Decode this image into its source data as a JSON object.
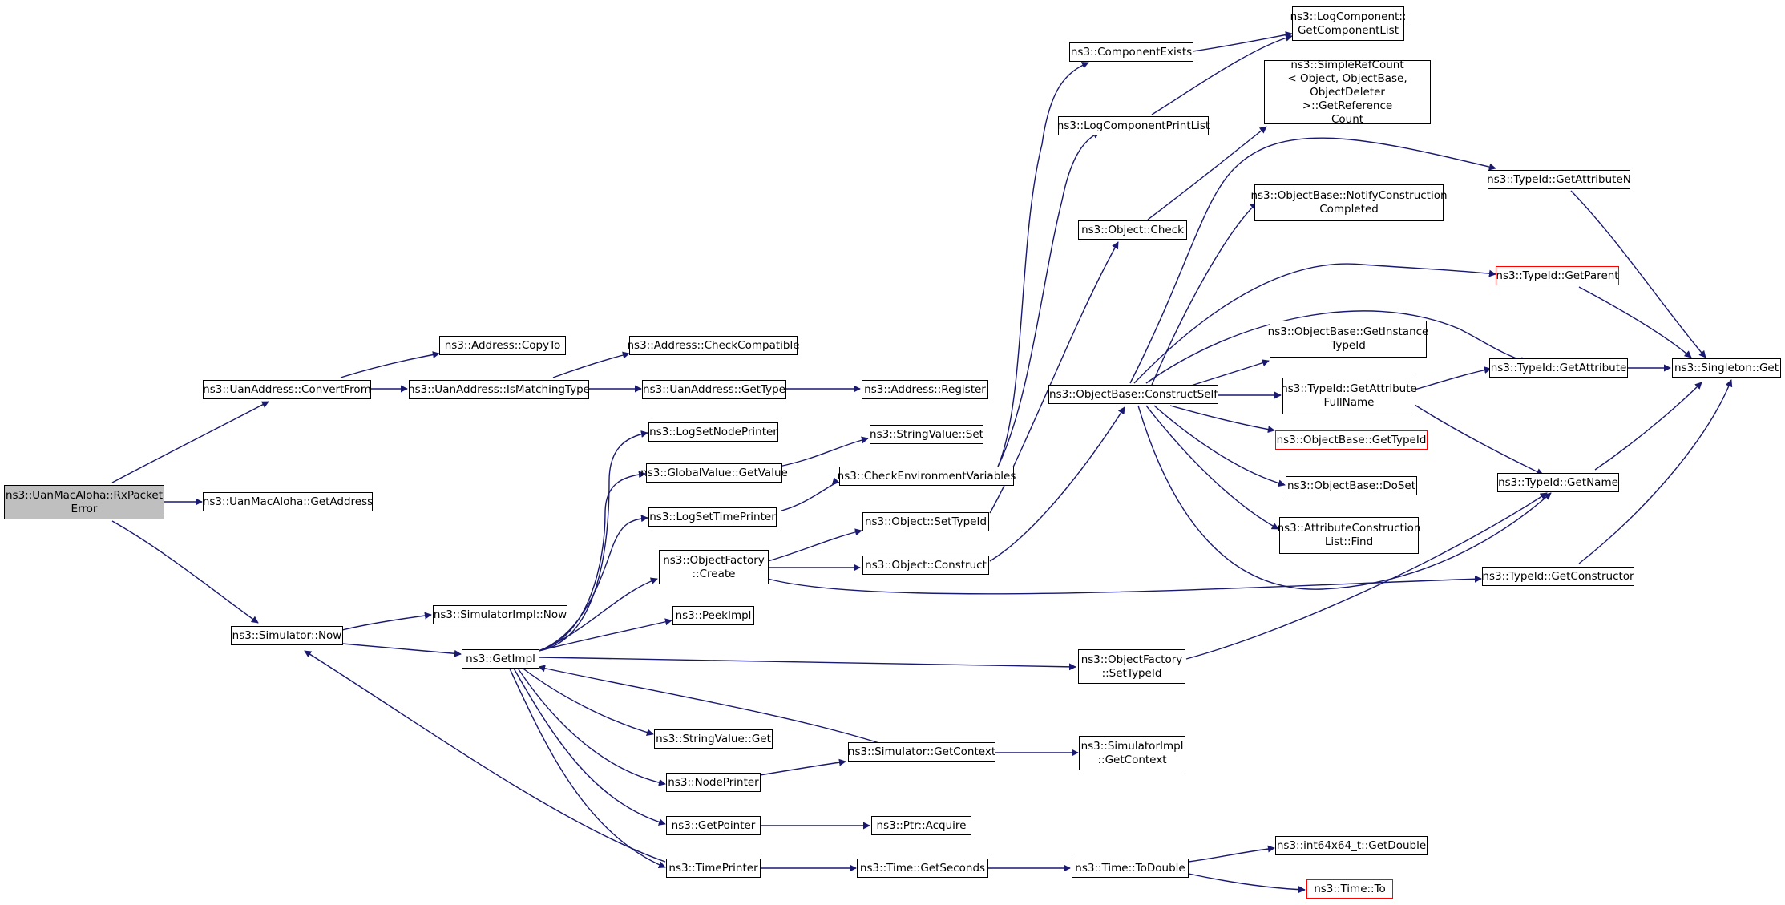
{
  "colors": {
    "edge": "#191970",
    "node_border": "#000000",
    "highlight_border": "#ff0000",
    "root_fill": "#bfbfbf"
  },
  "nodes": {
    "root": "ns3::UanMacAloha::RxPacket\nError",
    "uan_convertfrom": "ns3::UanAddress::ConvertFrom",
    "uan_getaddress": "ns3::UanMacAloha::GetAddress",
    "sim_now": "ns3::Simulator::Now",
    "addr_copyto": "ns3::Address::CopyTo",
    "uan_ismatchingtype": "ns3::UanAddress::IsMatchingType",
    "addr_checkcompat": "ns3::Address::CheckCompatible",
    "uan_gettype": "ns3::UanAddress::GetType",
    "addr_register": "ns3::Address::Register",
    "simimpl_now": "ns3::SimulatorImpl::Now",
    "getimpl": "ns3::GetImpl",
    "logsetnodeprinter": "ns3::LogSetNodePrinter",
    "globalvalue_getvalue": "ns3::GlobalValue::GetValue",
    "logsettimeprinter": "ns3::LogSetTimePrinter",
    "objfactory_create": "ns3::ObjectFactory\n::Create",
    "peekimpl": "ns3::PeekImpl",
    "stringvalue_get": "ns3::StringValue::Get",
    "nodeprinter": "ns3::NodePrinter",
    "getpointer": "ns3::GetPointer",
    "timeprinter": "ns3::TimePrinter",
    "stringvalue_set": "ns3::StringValue::Set",
    "checkenvvars": "ns3::CheckEnvironmentVariables",
    "object_settypeid": "ns3::Object::SetTypeId",
    "object_construct": "ns3::Object::Construct",
    "sim_getcontext": "ns3::Simulator::GetContext",
    "ptr_acquire": "ns3::Ptr::Acquire",
    "time_getseconds": "ns3::Time::GetSeconds",
    "componentexists": "ns3::ComponentExists",
    "logcomponentprintlist": "ns3::LogComponentPrintList",
    "object_check": "ns3::Object::Check",
    "objbase_constructself": "ns3::ObjectBase::ConstructSelf",
    "objfactory_settypeid": "ns3::ObjectFactory\n::SetTypeId",
    "simimpl_getcontext": "ns3::SimulatorImpl\n::GetContext",
    "time_todouble": "ns3::Time::ToDouble",
    "logcomp_getlist": "ns3::LogComponent::\nGetComponentList",
    "simplerefcount": "ns3::SimpleRefCount\n< Object, ObjectBase,\nObjectDeleter >::GetReference\nCount",
    "objbase_notify": "ns3::ObjectBase::NotifyConstruction\nCompleted",
    "objbase_getinstance": "ns3::ObjectBase::GetInstance\nTypeId",
    "typeid_getattrfullname": "ns3::TypeId::GetAttribute\nFullName",
    "objbase_gettypeid": "ns3::ObjectBase::GetTypeId",
    "objbase_doset": "ns3::ObjectBase::DoSet",
    "attrconstructlist_find": "ns3::AttributeConstruction\nList::Find",
    "int64_getdouble": "ns3::int64x64_t::GetDouble",
    "time_to": "ns3::Time::To",
    "typeid_getattributen": "ns3::TypeId::GetAttributeN",
    "typeid_getparent": "ns3::TypeId::GetParent",
    "typeid_getattribute": "ns3::TypeId::GetAttribute",
    "typeid_getname": "ns3::TypeId::GetName",
    "typeid_getconstructor": "ns3::TypeId::GetConstructor",
    "singleton_get": "ns3::Singleton::Get"
  }
}
